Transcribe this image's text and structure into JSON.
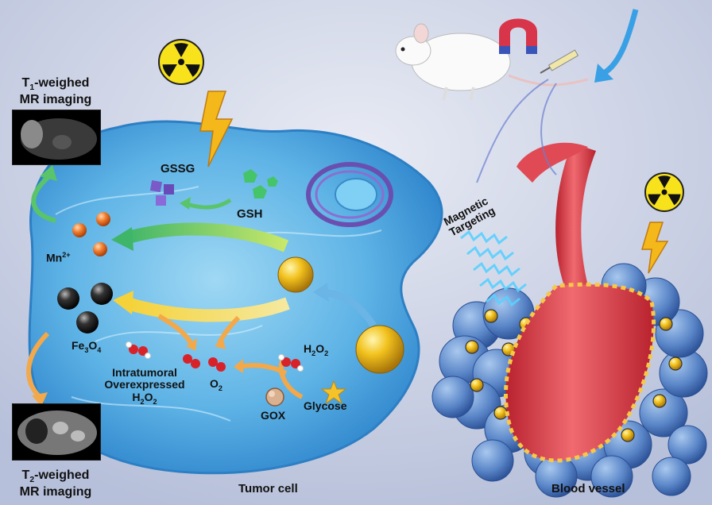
{
  "labels": {
    "t1_title": [
      "T",
      "1",
      "-weighed"
    ],
    "t1_line2": "MR imaging",
    "t2_title": [
      "T",
      "2",
      "-weighed"
    ],
    "t2_line2": "MR imaging",
    "gssg": "GSSG",
    "gsh": "GSH",
    "mn": [
      "Mn",
      "2+"
    ],
    "fe3o4": [
      "Fe",
      "3",
      "O",
      "4"
    ],
    "intratumoral_1": "Intratumoral",
    "intratumoral_2": "Overexpressed",
    "intratumoral_3": [
      "H",
      "2",
      "O",
      "2"
    ],
    "o2": [
      "O",
      "2"
    ],
    "h2o2": [
      "H",
      "2",
      "O",
      "2"
    ],
    "gox": "GOX",
    "glycose": "Glycose",
    "magnetic_1": "Magnetic",
    "magnetic_2": "Targeting",
    "tumor_cell": "Tumor cell",
    "blood_vessel": "Blood vessel"
  },
  "colors": {
    "background": "#cfd6e8",
    "cell": "#5fb4e6",
    "cell_edge": "#2d7fc4",
    "vessel": "#e04a55",
    "gold": "#e8b81a",
    "mn": "#f07a2a",
    "radiation_yellow": "#f7e21b"
  },
  "icons": [
    "radiation-icon",
    "lightning-icon",
    "magnet-icon",
    "syringe-icon",
    "mouse-icon"
  ]
}
